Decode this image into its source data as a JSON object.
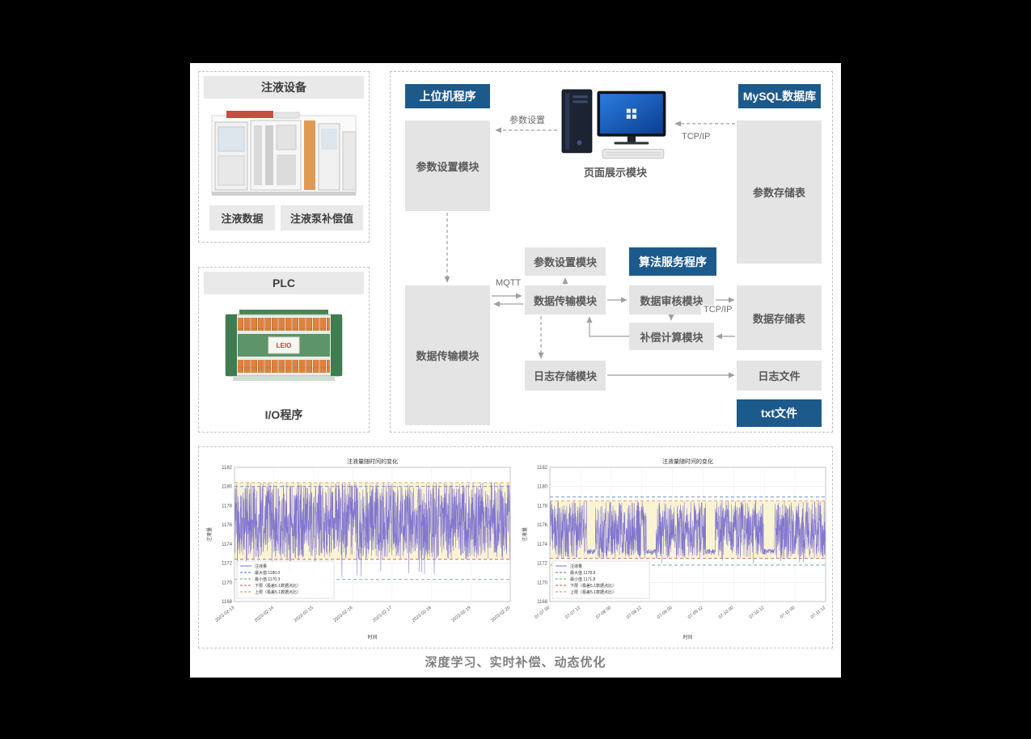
{
  "page": {
    "caption": "深度学习、实时补偿、动态优化"
  },
  "device_panel": {
    "title": "注液设备",
    "label_data": "注液数据",
    "label_comp": "注液泵补偿值"
  },
  "plc_panel": {
    "title": "PLC",
    "footer": "I/O程序"
  },
  "diagram": {
    "badges": {
      "host": "上位机程序",
      "mysql": "MySQL数据库",
      "algo": "算法服务程序",
      "txt": "txt文件"
    },
    "modules": {
      "param_set_left": "参数设置模块",
      "page_display": "页面展示模块",
      "param_store": "参数存储表",
      "data_trans_left": "数据传输模块",
      "param_set_mid": "参数设置模块",
      "data_trans_mid": "数据传输模块",
      "log_store": "日志存储模块",
      "data_audit": "数据审核模块",
      "comp_calc": "补偿计算模块",
      "data_store": "数据存储表",
      "log_file": "日志文件"
    },
    "edge_labels": {
      "param_set": "参数设置",
      "tcpip_top": "TCP/IP",
      "mqtt": "MQTT",
      "tcpip_mid": "TCP/IP"
    },
    "colors": {
      "badge_bg": "#1d5a8c",
      "module_bg": "#e4e4e4",
      "module_text": "#595959",
      "arrow": "#9e9e9e"
    }
  },
  "chart_data": [
    {
      "type": "line",
      "title": "注液量随时间的变化",
      "xlabel": "时间",
      "ylabel": "注液量",
      "ylim": [
        1168,
        1182
      ],
      "yticks": [
        1168,
        1170,
        1172,
        1174,
        1176,
        1178,
        1180,
        1182
      ],
      "xticklabels": [
        "2023-02-13",
        "2023-02-14",
        "2023-02-15",
        "2023-02-16",
        "2023-02-17",
        "2023-02-18",
        "2023-02-19",
        "2023-02-20"
      ],
      "series_name": "注液量",
      "series_color": "#7a6fd0",
      "grid": true,
      "legend_position": "lower-left",
      "band": {
        "low": 1172.4,
        "high": 1180.4,
        "color": "#fbf3cf"
      },
      "ref_lines": [
        {
          "label": "最大值 1180.0",
          "value": 1180.0,
          "color": "#4c72b0"
        },
        {
          "label": "最小值 1170.3",
          "value": 1170.3,
          "color": "#55a868"
        },
        {
          "label": "下限（极差5.1数据点比）",
          "value": 1172.4,
          "color": "#c44e52"
        },
        {
          "label": "上限（极差5.1数据点比）",
          "value": 1180.4,
          "color": "#dd8452"
        }
      ],
      "series_spec": {
        "seed": 20230213,
        "points": 1500,
        "center": 1176.4,
        "amplitude": 4.0,
        "dip_prob": 0.012,
        "dip_value": 1170.5,
        "gap_value": 1176.0,
        "clamp": [
          1170.3,
          1180.8
        ],
        "segments": [
          [
            0,
            1
          ]
        ]
      }
    },
    {
      "type": "line",
      "title": "注液量随时间的变化",
      "xlabel": "时间",
      "ylabel": "注液量",
      "ylim": [
        1168,
        1182
      ],
      "yticks": [
        1168,
        1170,
        1172,
        1174,
        1176,
        1178,
        1180,
        1182
      ],
      "xticklabels": [
        "07-07 00",
        "07-07 12",
        "07-08 00",
        "07-08 12",
        "07-09 00",
        "07-09 12",
        "07-10 00",
        "07-10 12",
        "07-11 00",
        "07-11 12"
      ],
      "series_name": "注液量",
      "series_color": "#7a6fd0",
      "grid": true,
      "legend_position": "lower-left",
      "band": {
        "low": 1172.5,
        "high": 1178.5,
        "color": "#fbf3cf"
      },
      "ref_lines": [
        {
          "label": "最大值 1178.9",
          "value": 1178.9,
          "color": "#4c72b0"
        },
        {
          "label": "最小值 1171.8",
          "value": 1171.8,
          "color": "#55a868"
        },
        {
          "label": "下限（极差5.1数据点比）",
          "value": 1172.5,
          "color": "#c44e52"
        },
        {
          "label": "上限（极差5.1数据点比）",
          "value": 1178.5,
          "color": "#dd8452"
        }
      ],
      "series_spec": {
        "seed": 707,
        "points": 1500,
        "center": 1175.5,
        "amplitude": 3.0,
        "dip_prob": 0.008,
        "dip_value": 1172.0,
        "gap_value": 1173.2,
        "clamp": [
          1171.8,
          1178.9
        ],
        "segments": [
          [
            0,
            0.135
          ],
          [
            0.165,
            0.35
          ],
          [
            0.385,
            0.565
          ],
          [
            0.6,
            0.775
          ],
          [
            0.815,
            1.0
          ]
        ]
      }
    }
  ]
}
